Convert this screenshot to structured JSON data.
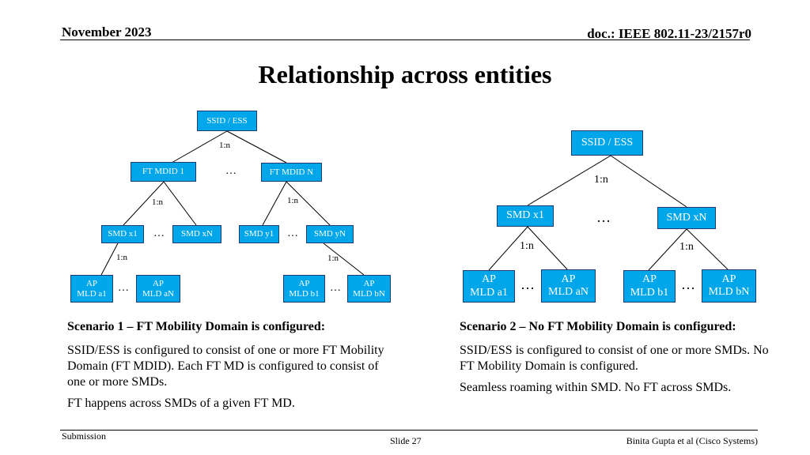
{
  "header": {
    "date": "November 2023",
    "doc": "doc.: IEEE 802.11-23/2157r0"
  },
  "title": "Relationship across entities",
  "diagram1": {
    "root": "SSID / ESS",
    "root_rel": "1:n",
    "ftmd1": "FT MDID 1",
    "ftmdN": "FT MDID N",
    "ellipsis": "…",
    "rel_left": "1:n",
    "rel_right": "1:n",
    "smd_x1": "SMD x1",
    "smd_xN": "SMD xN",
    "smd_y1": "SMD y1",
    "smd_yN": "SMD yN",
    "rel_bl": "1:n",
    "rel_br": "1:n",
    "ap_a1": [
      "AP",
      "MLD a1"
    ],
    "ap_aN": [
      "AP",
      "MLD aN"
    ],
    "ap_b1": [
      "AP",
      "MLD b1"
    ],
    "ap_bN": [
      "AP",
      "MLD bN"
    ]
  },
  "diagram2": {
    "root": "SSID / ESS",
    "root_rel": "1:n",
    "smd_x1": "SMD x1",
    "smd_xN": "SMD xN",
    "ellipsis": "…",
    "rel_left": "1:n",
    "rel_right": "1:n",
    "ap_a1": [
      "AP",
      "MLD a1"
    ],
    "ap_aN": [
      "AP",
      "MLD aN"
    ],
    "ap_b1": [
      "AP",
      "MLD b1"
    ],
    "ap_bN": [
      "AP",
      "MLD bN"
    ]
  },
  "scenario1": {
    "heading": "Scenario 1 – FT Mobility Domain is configured:",
    "p1": "SSID/ESS is configured to consist of one or more FT Mobility Domain (FT MDID). Each FT MD is configured to consist of one or more SMDs.",
    "p2": "FT happens across SMDs of a given FT MD."
  },
  "scenario2": {
    "heading": "Scenario 2 – No FT Mobility Domain is configured:",
    "p1": "SSID/ESS is configured to consist of one or more SMDs. No FT Mobility Domain is configured.",
    "p2": "Seamless roaming within SMD. No FT across SMDs."
  },
  "footer": {
    "left": "Submission",
    "center": "Slide 27",
    "right": "Binita Gupta et al (Cisco Systems)"
  },
  "colors": {
    "box_fill": "#00a6ea",
    "box_border": "#1f3b73"
  }
}
